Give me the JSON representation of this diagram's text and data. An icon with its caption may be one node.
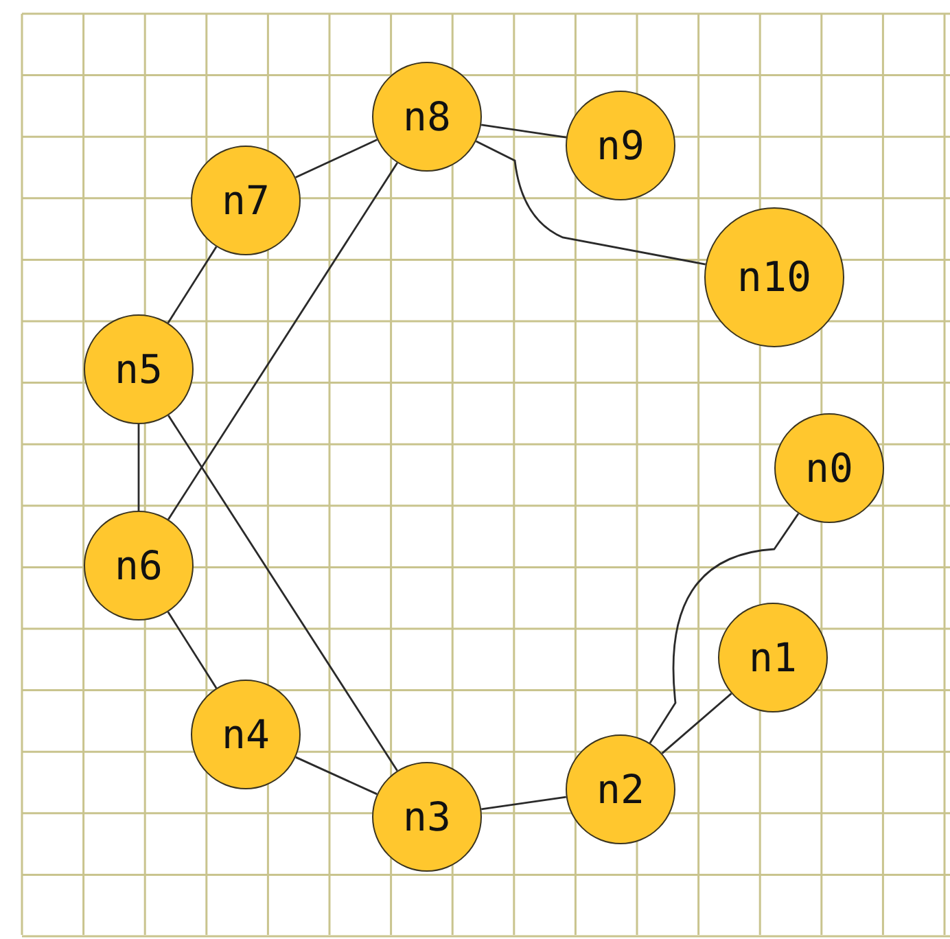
{
  "diagram": {
    "nodes": [
      {
        "text": [
          "n0"
        ]
      },
      {
        "text": [
          "n1"
        ]
      },
      {
        "text": [
          "n2"
        ]
      },
      {
        "text": [
          "n3"
        ]
      },
      {
        "text": [
          "n4"
        ]
      },
      {
        "text": [
          "n5"
        ]
      },
      {
        "text": [
          "n6"
        ]
      },
      {
        "text": [
          "n7"
        ]
      },
      {
        "text": [
          "n8"
        ]
      },
      {
        "text": [
          "n9"
        ]
      },
      {
        "text": [
          "n10"
        ]
      }
    ],
    "edges": [
      {
        "from": 8,
        "to": 9,
        "arrow": "none"
      },
      {
        "from": 8,
        "to": 10,
        "arrow": "none"
      },
      {
        "from": 7,
        "to": 8,
        "arrow": "none"
      },
      {
        "from": 5,
        "to": 7,
        "arrow": "none"
      },
      {
        "from": 6,
        "to": 8,
        "arrow": "none"
      },
      {
        "from": 5,
        "to": 6,
        "arrow": "none"
      },
      {
        "from": 5,
        "to": 3,
        "arrow": "none"
      },
      {
        "from": 6,
        "to": 4,
        "arrow": "none"
      },
      {
        "from": 4,
        "to": 3,
        "arrow": "none"
      },
      {
        "from": 3,
        "to": 2,
        "arrow": "none"
      },
      {
        "from": 2,
        "to": 1,
        "arrow": "none"
      },
      {
        "from": 0,
        "to": 2,
        "arrow": "none"
      }
    ]
  }
}
